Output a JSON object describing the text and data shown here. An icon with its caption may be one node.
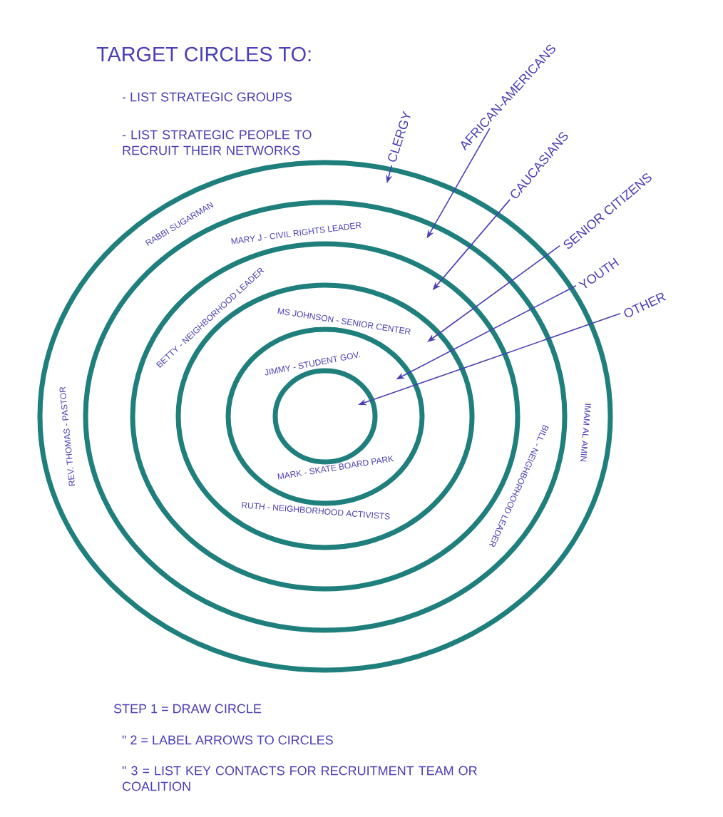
{
  "diagram": {
    "title": "TARGET CIRCLES TO:",
    "nodes": [
      {
        "text": [
          "RABBI SUGARMAN",
          "REV. THOMAS - PASTOR",
          "IMAM AL AMIN"
        ]
      },
      {
        "text": [
          "MARY J - CIVIL RIGHTS LEADER",
          "BILL - NEIGHBORHOOD LEADER"
        ],
        "in": 0
      },
      {
        "text": [
          "BETTY - NEIGHBORHOOD LEADER"
        ],
        "in": 1
      },
      {
        "text": [
          "MS JOHNSON - SENIOR CENTER",
          "RUTH - NEIGHBORHOOD ACTIVISTS"
        ],
        "in": 2
      },
      {
        "text": [
          "JIMMY - STUDENT GOV.",
          "MARK - SKATE BOARD PARK"
        ],
        "in": 3
      },
      {
        "text": [],
        "shape": "circle",
        "in": 4
      },
      {
        "text": [
          "CLERGY"
        ]
      },
      {
        "text": [
          "AFRICAN-AMERICANS"
        ]
      },
      {
        "text": [
          "CAUCASIANS"
        ]
      },
      {
        "text": [
          "SENIOR CITIZENS"
        ]
      },
      {
        "text": [
          "YOUTH"
        ]
      },
      {
        "text": [
          "OTHER"
        ]
      }
    ],
    "edges": [
      {
        "from": 6,
        "to": 0,
        "arrow": "to"
      },
      {
        "from": 7,
        "to": 1,
        "arrow": "to"
      },
      {
        "from": 8,
        "to": 2,
        "arrow": "to"
      },
      {
        "from": 9,
        "to": 3,
        "arrow": "to"
      },
      {
        "from": 10,
        "to": 4,
        "arrow": "to"
      },
      {
        "from": 11,
        "to": 5,
        "arrow": "to"
      }
    ],
    "labels": [
      "- LIST STRATEGIC GROUPS",
      "- LIST STRATEGIC PEOPLE TO RECRUIT THEIR NETWORKS",
      "STEP 1 = DRAW CIRCLE",
      "\" 2 = LABEL ARROWS TO CIRCLES",
      "\" 3 = LIST KEY CONTACTS FOR RECRUITMENT TEAM OR COALITION"
    ]
  }
}
